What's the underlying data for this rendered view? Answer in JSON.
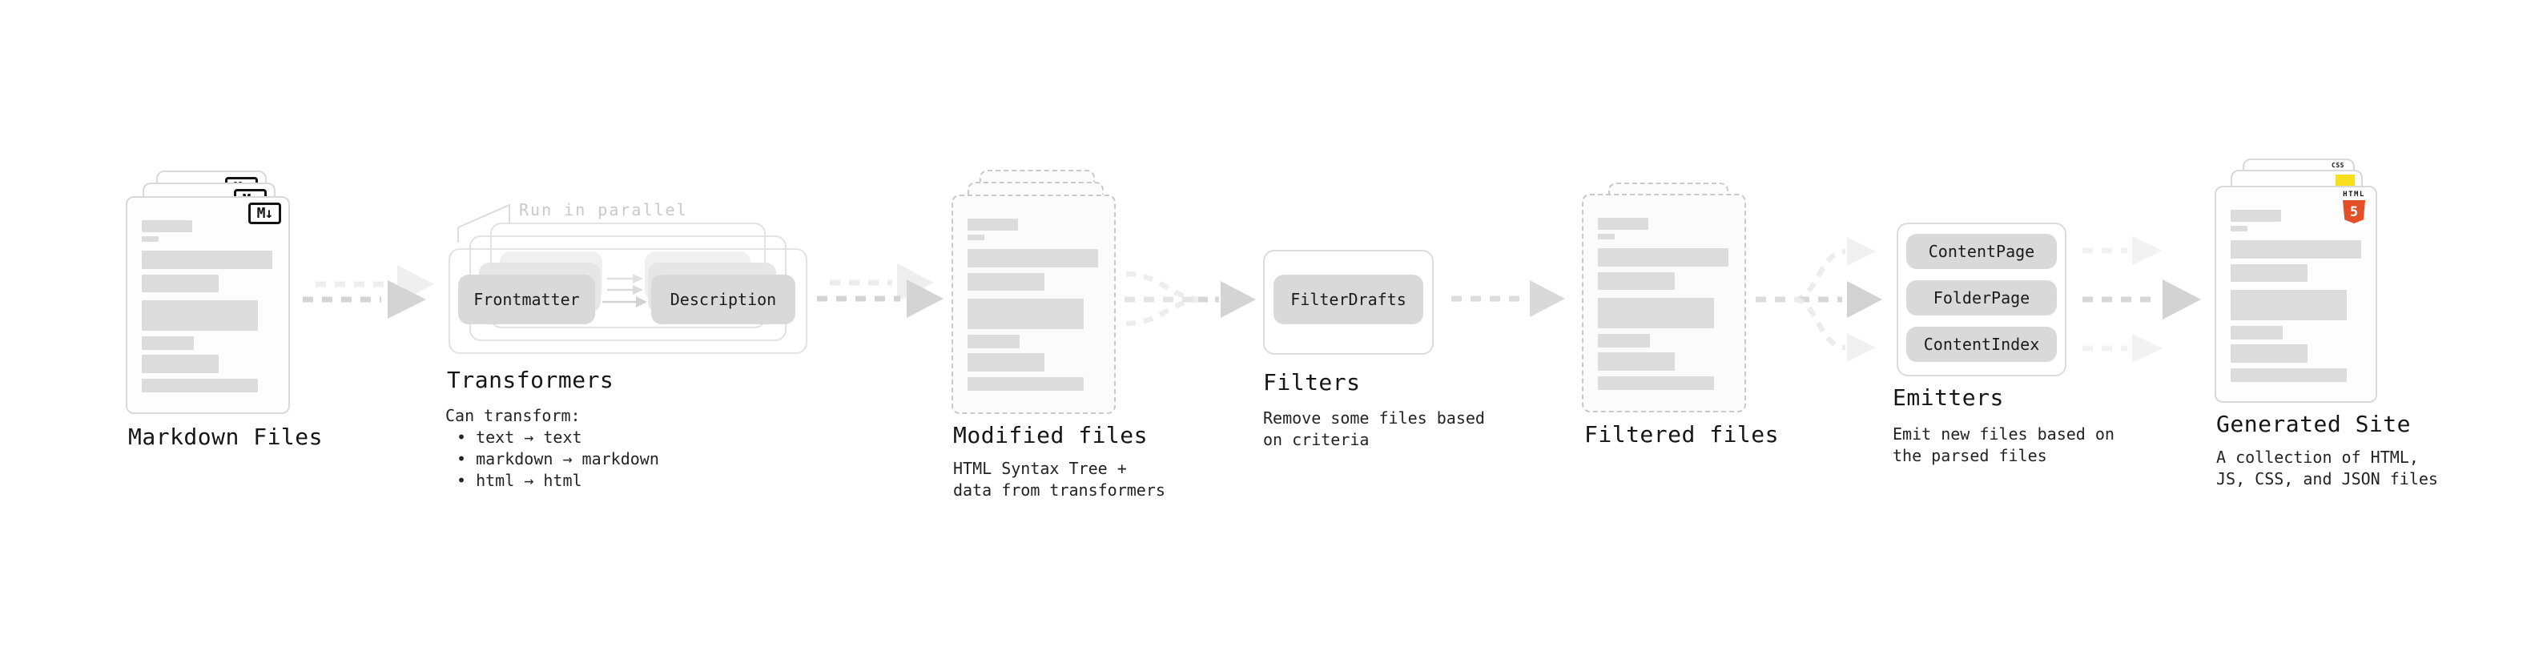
{
  "colors": {
    "html5_orange": "#e34f26",
    "js_yellow": "#f7df1e",
    "css_blue": "#2965f1",
    "chip_gray": "#d9d9d9",
    "bar_gray": "#dcdcdc",
    "arrow_gray": "#d4d4d4"
  },
  "stages": {
    "markdown_files": {
      "label": "Markdown Files",
      "badge": "M↓"
    },
    "transformers": {
      "title": "Transformers",
      "annotation": "Run in parallel",
      "chips": [
        "Frontmatter",
        "Description"
      ],
      "note_heading": "Can transform:",
      "bullets": [
        "• text → text",
        "• markdown → markdown",
        "• html → html"
      ]
    },
    "modified_files": {
      "label": "Modified files",
      "desc": [
        "HTML Syntax Tree +",
        "data from transformers"
      ]
    },
    "filters": {
      "title": "Filters",
      "chip": "FilterDrafts",
      "desc": [
        "Remove some files based",
        "on criteria"
      ]
    },
    "filtered_files": {
      "label": "Filtered files"
    },
    "emitters": {
      "title": "Emitters",
      "chips": [
        "ContentPage",
        "FolderPage",
        "ContentIndex"
      ],
      "desc": [
        "Emit new files based on",
        "the parsed files"
      ]
    },
    "generated_site": {
      "label": "Generated Site",
      "desc": [
        "A collection of HTML,",
        "JS, CSS, and JSON files"
      ],
      "badges": {
        "css_label": "CSS",
        "html_label": "HTML",
        "html_number": "5"
      }
    }
  },
  "file_card_bars": [
    [
      63,
      15,
      0
    ],
    [
      21,
      7,
      5
    ],
    [
      163,
      23,
      11
    ],
    [
      96,
      22,
      7
    ],
    [
      145,
      38,
      10
    ],
    [
      65,
      17,
      7
    ],
    [
      96,
      23,
      6
    ],
    [
      145,
      17,
      7
    ]
  ]
}
